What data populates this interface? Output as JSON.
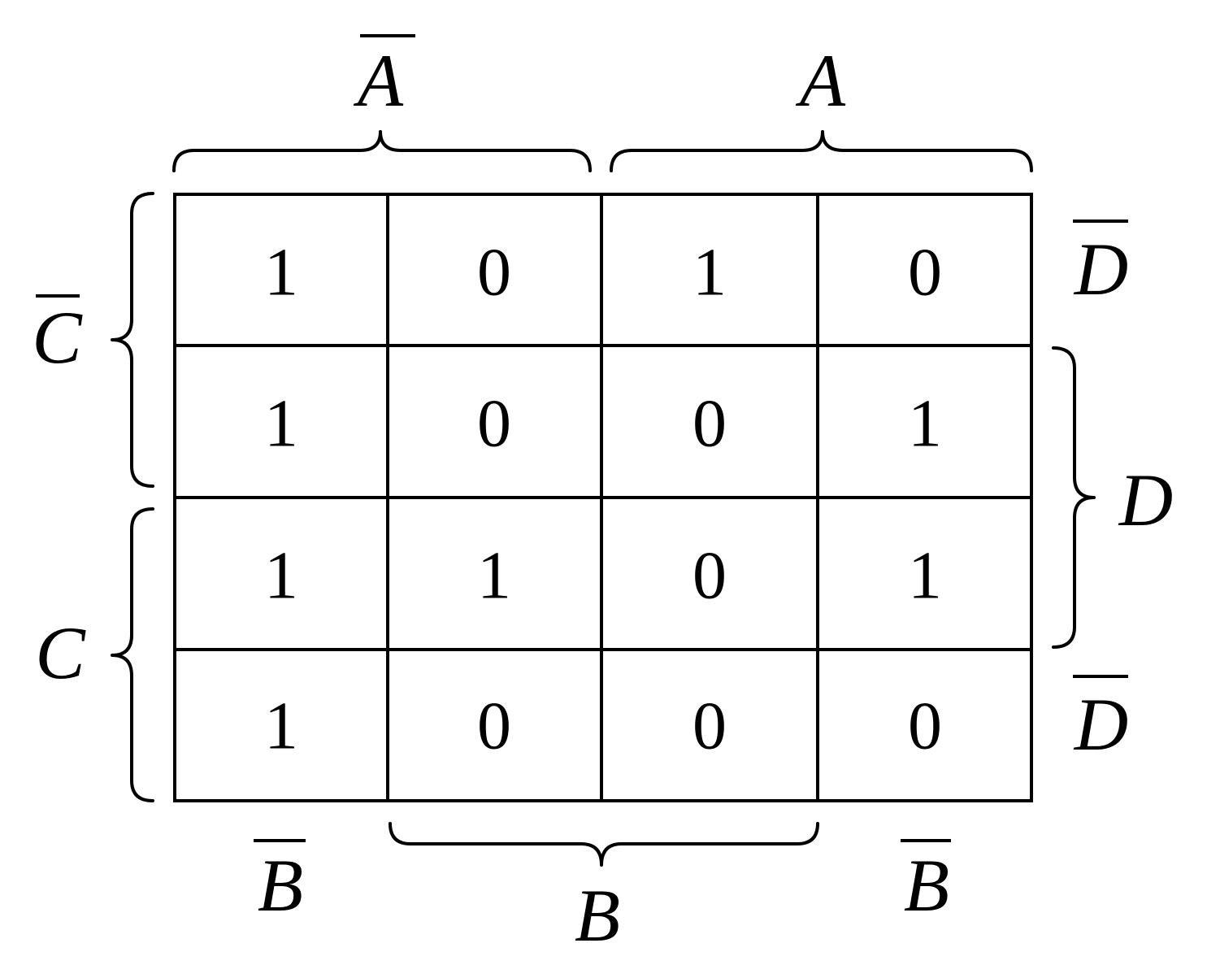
{
  "kmap": {
    "cells": [
      [
        "1",
        "0",
        "1",
        "0"
      ],
      [
        "1",
        "0",
        "0",
        "1"
      ],
      [
        "1",
        "1",
        "0",
        "1"
      ],
      [
        "1",
        "0",
        "0",
        "0"
      ]
    ],
    "labels": {
      "top_left": {
        "text": "A",
        "complemented": true
      },
      "top_right": {
        "text": "A",
        "complemented": false
      },
      "left_upper": {
        "text": "C",
        "complemented": true
      },
      "left_lower": {
        "text": "C",
        "complemented": false
      },
      "right_top": {
        "text": "D",
        "complemented": true
      },
      "right_middle": {
        "text": "D",
        "complemented": false
      },
      "right_bottom": {
        "text": "D",
        "complemented": true
      },
      "bottom_left": {
        "text": "B",
        "complemented": true
      },
      "bottom_middle": {
        "text": "B",
        "complemented": false
      },
      "bottom_right": {
        "text": "B",
        "complemented": true
      }
    }
  }
}
